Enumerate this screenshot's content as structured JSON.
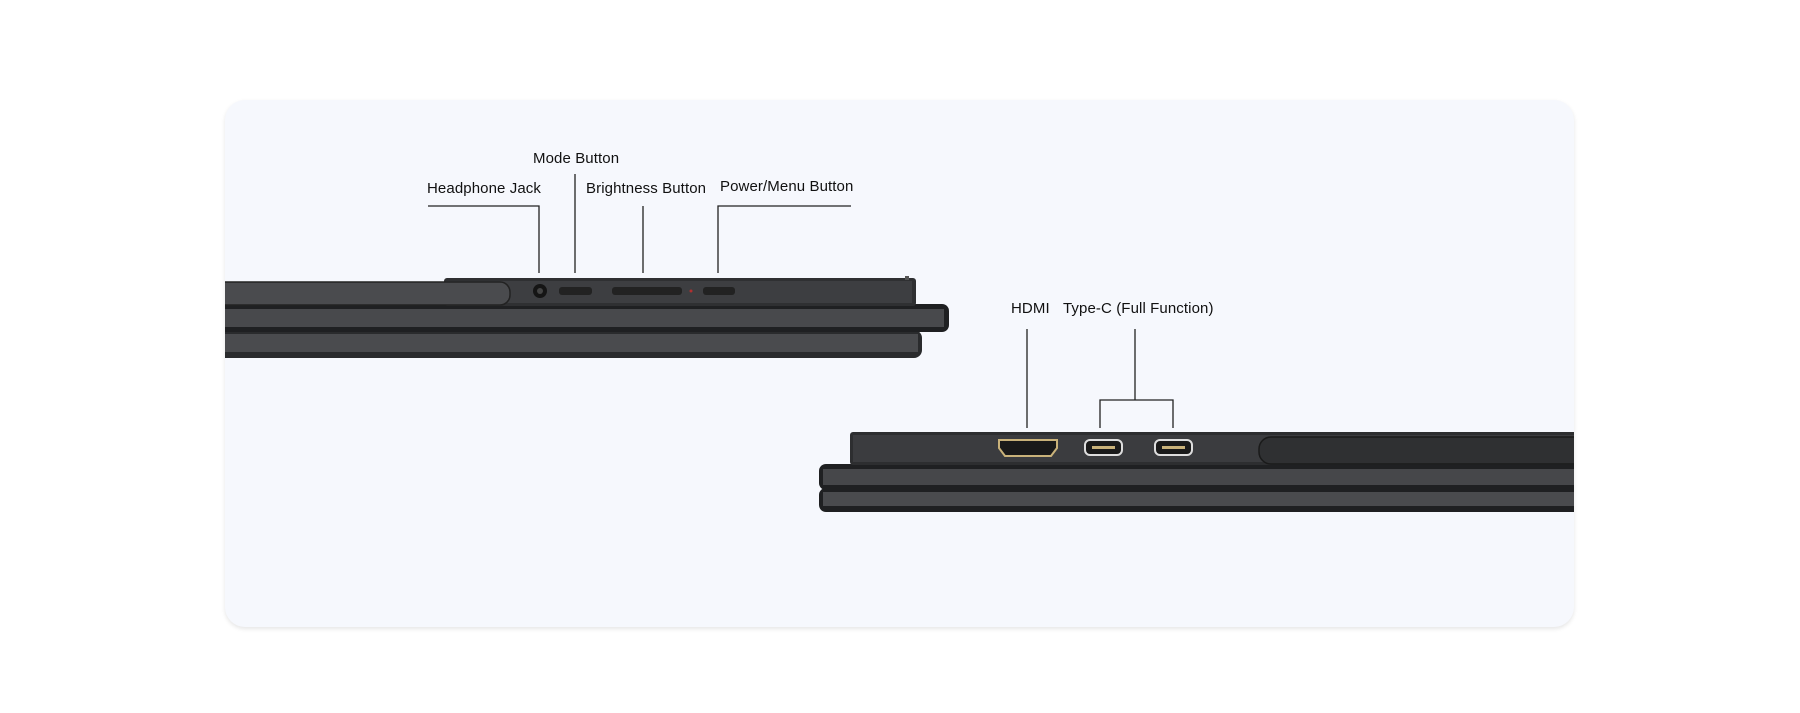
{
  "top_view": {
    "labels": {
      "headphone_jack": "Headphone Jack",
      "mode_button": "Mode Button",
      "brightness_button": "Brightness Button",
      "power_menu_button": "Power/Menu Button"
    }
  },
  "bottom_view": {
    "labels": {
      "hdmi": "HDMI",
      "type_c": "Type-C (Full Function)"
    }
  },
  "colors": {
    "card_bg": "#f6f8fd",
    "device_body": "#3a3b3d",
    "device_dark": "#1e1f21",
    "port_gold": "#c9b27a"
  }
}
